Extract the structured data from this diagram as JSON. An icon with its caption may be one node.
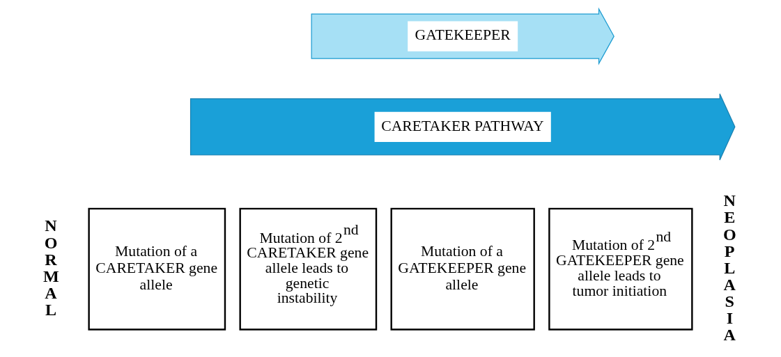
{
  "diagram": {
    "nodes": [
      {
        "text": [
          "GATEKEEPER"
        ]
      },
      {
        "text": [
          "CARETAKER PATHWAY"
        ]
      },
      {
        "text": [
          "Mutation of a CARETAKER gene allele"
        ]
      },
      {
        "text": [
          "Mutation of 2$^{nd}$ CARETAKER gene allele leads to genetic instability"
        ]
      },
      {
        "text": [
          "Mutation of a GATEKEEPER gene allele"
        ]
      },
      {
        "text": [
          "Mutation of 2$^{nd}$ GATEKEEPER gene allele leads to tumor initiation"
        ]
      }
    ],
    "labels": [
      "NORMAL",
      "NEOPLASIA"
    ]
  }
}
